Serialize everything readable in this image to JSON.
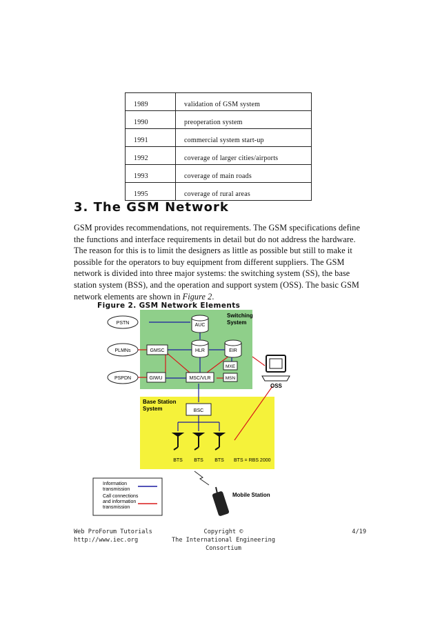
{
  "timeline": [
    {
      "year": "1989",
      "event": "validation of GSM system"
    },
    {
      "year": "1990",
      "event": "preoperation system"
    },
    {
      "year": "1991",
      "event": "commercial system start-up"
    },
    {
      "year": "1992",
      "event": "coverage of larger cities/airports"
    },
    {
      "year": "1993",
      "event": "coverage of main roads"
    },
    {
      "year": "1995",
      "event": "coverage of rural areas"
    }
  ],
  "section": {
    "heading": "3. The GSM Network",
    "body_pre": "GSM provides recommendations, not requirements. The GSM specifications define the functions and interface requirements in detail but do not address the hardware. The reason for this is to limit the designers as little as possible but still to make it possible for the operators to buy equipment from different suppliers. The GSM network is divided into three major systems: the switching system (SS), the base station system (BSS), and the operation and support system (OSS). The basic GSM network elements are shown in ",
    "body_ref": "Figure 2",
    "body_post": "."
  },
  "figure": {
    "caption": "Figure 2. GSM Network Elements",
    "switching_label_1": "Switching",
    "switching_label_2": "System",
    "bss_label_1": "Base Station",
    "bss_label_2": "System",
    "nodes": {
      "pstn": "PSTN",
      "plmns": "PLMNs",
      "pspdn": "PSPDN",
      "auc": "AUC",
      "gmsc": "GMSC",
      "hlr": "HLR",
      "eir": "EIR",
      "mxe": "MXE",
      "giwu": "GIWU",
      "msc_vlr": "MSC/VLR",
      "msn": "MSN",
      "bsc": "BSC",
      "bts1": "BTS",
      "bts2": "BTS",
      "bts3": "BTS",
      "rbs_note": "BTS = RBS 2000",
      "oss": "OSS",
      "mobile_station": "Mobile Station"
    },
    "legend": {
      "info_1": "Information",
      "info_2": "transmission",
      "call_1": "Call connections",
      "call_2": "and information",
      "call_3": "transmission"
    },
    "colors": {
      "switching_bg": "#8fcf8a",
      "bss_bg": "#f5f23a",
      "info_line": "#1a1aa0",
      "call_line": "#d81818"
    }
  },
  "footer": {
    "left_1": "Web ProForum Tutorials",
    "left_2": "http://www.iec.org",
    "center_1": "Copyright ©",
    "center_2": "The International Engineering Consortium",
    "right": "4/19"
  }
}
